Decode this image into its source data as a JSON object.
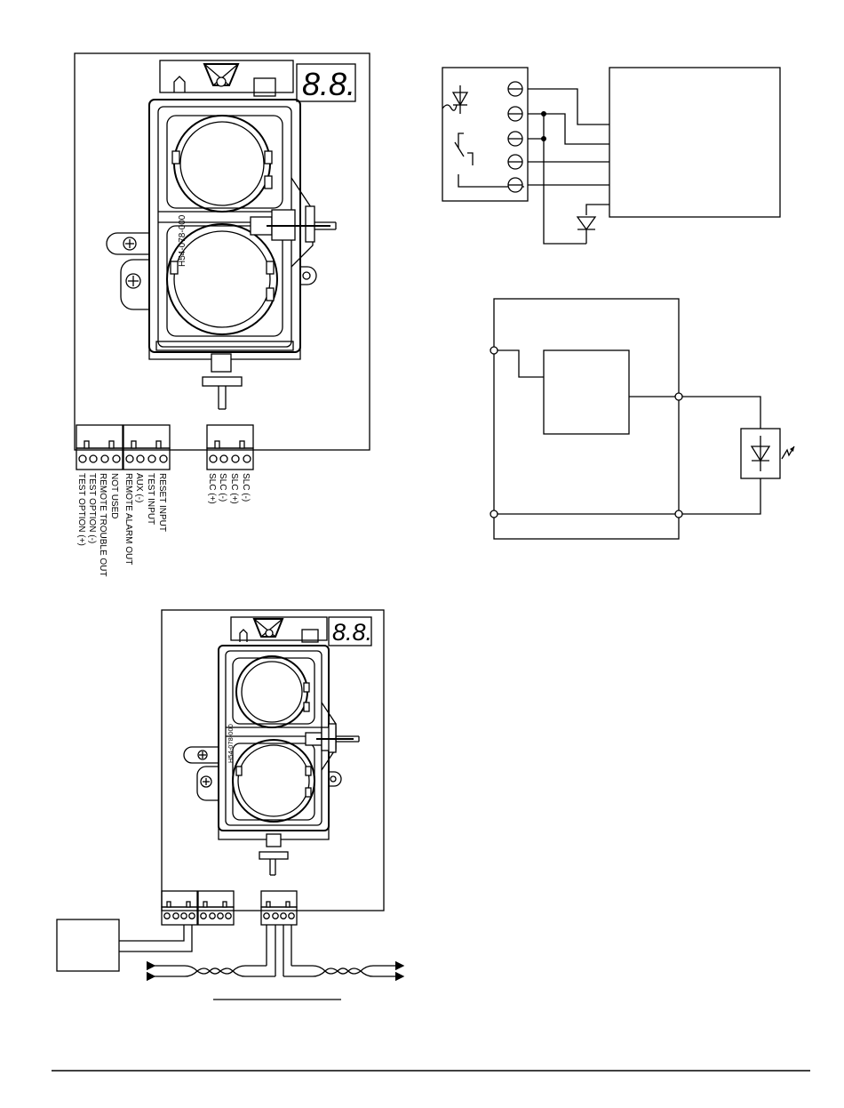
{
  "detector_top": {
    "part_number": "H54-078-000",
    "display": "8.8.",
    "terminal_labels": [
      "TEST OPTION (+)",
      "TEST OPTION (-)",
      "REMOTE TROUBLE OUT",
      "NOT USED",
      "REMOTE ALARM OUT",
      "AUX (-)",
      "TEST INPUT",
      "RESET INPUT",
      "SLC (+)",
      "SLC (-)",
      "SLC (+)",
      "SLC (-)"
    ]
  },
  "detector_bottom": {
    "part_number": "H54-078-000",
    "display": "8.8."
  },
  "colors": {
    "ink": "#000000",
    "paper": "#ffffff"
  }
}
